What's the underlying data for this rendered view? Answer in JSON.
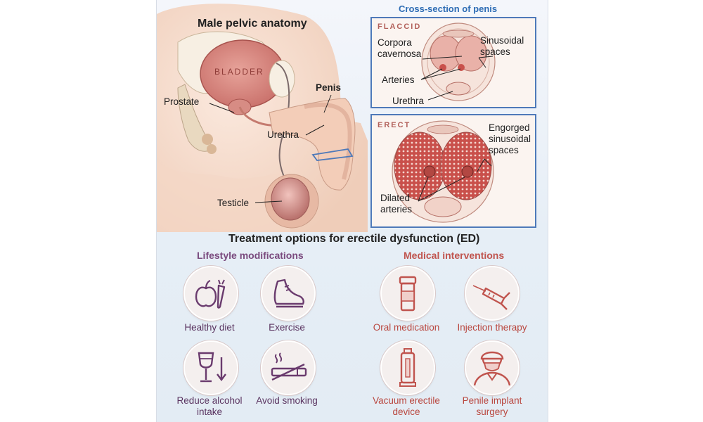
{
  "titles": {
    "anatomy": "Male pelvic anatomy",
    "cross_section": "Cross-section of penis",
    "treatment": "Treatment options for erectile dysfunction (ED)"
  },
  "anatomy_labels": {
    "bladder": "BLADDER",
    "prostate": "Prostate",
    "penis": "Penis",
    "urethra": "Urethra",
    "testicle": "Testicle"
  },
  "flaccid": {
    "tag": "FLACCID",
    "corpora_1": "Corpora",
    "corpora_2": "cavernosa",
    "sinus_1": "Sinusoidal",
    "sinus_2": "spaces",
    "arteries": "Arteries",
    "urethra": "Urethra"
  },
  "erect": {
    "tag": "ERECT",
    "engorged_1": "Engorged",
    "engorged_2": "sinusoidal",
    "engorged_3": "spaces",
    "dilated_1": "Dilated",
    "dilated_2": "arteries"
  },
  "lifestyle": {
    "heading": "Lifestyle modifications",
    "items": [
      {
        "label": "Healthy diet",
        "icon": "apple-carrot-icon"
      },
      {
        "label": "Exercise",
        "icon": "sneaker-icon"
      },
      {
        "label_1": "Reduce alcohol",
        "label_2": "intake",
        "icon": "wine-glass-icon"
      },
      {
        "label": "Avoid smoking",
        "icon": "cigarette-icon"
      }
    ]
  },
  "medical": {
    "heading": "Medical interventions",
    "items": [
      {
        "label": "Oral medication",
        "icon": "pill-bottle-icon"
      },
      {
        "label": "Injection therapy",
        "icon": "syringe-icon"
      },
      {
        "label_1": "Vacuum erectile",
        "label_2": "device",
        "icon": "vacuum-device-icon"
      },
      {
        "label_1": "Penile implant",
        "label_2": "surgery",
        "icon": "surgeon-icon"
      }
    ]
  },
  "colors": {
    "blue_accent": "#2e6db5",
    "purple_accent": "#7a4a7e",
    "red_accent": "#c0544e",
    "tissue": "#c9504b"
  }
}
